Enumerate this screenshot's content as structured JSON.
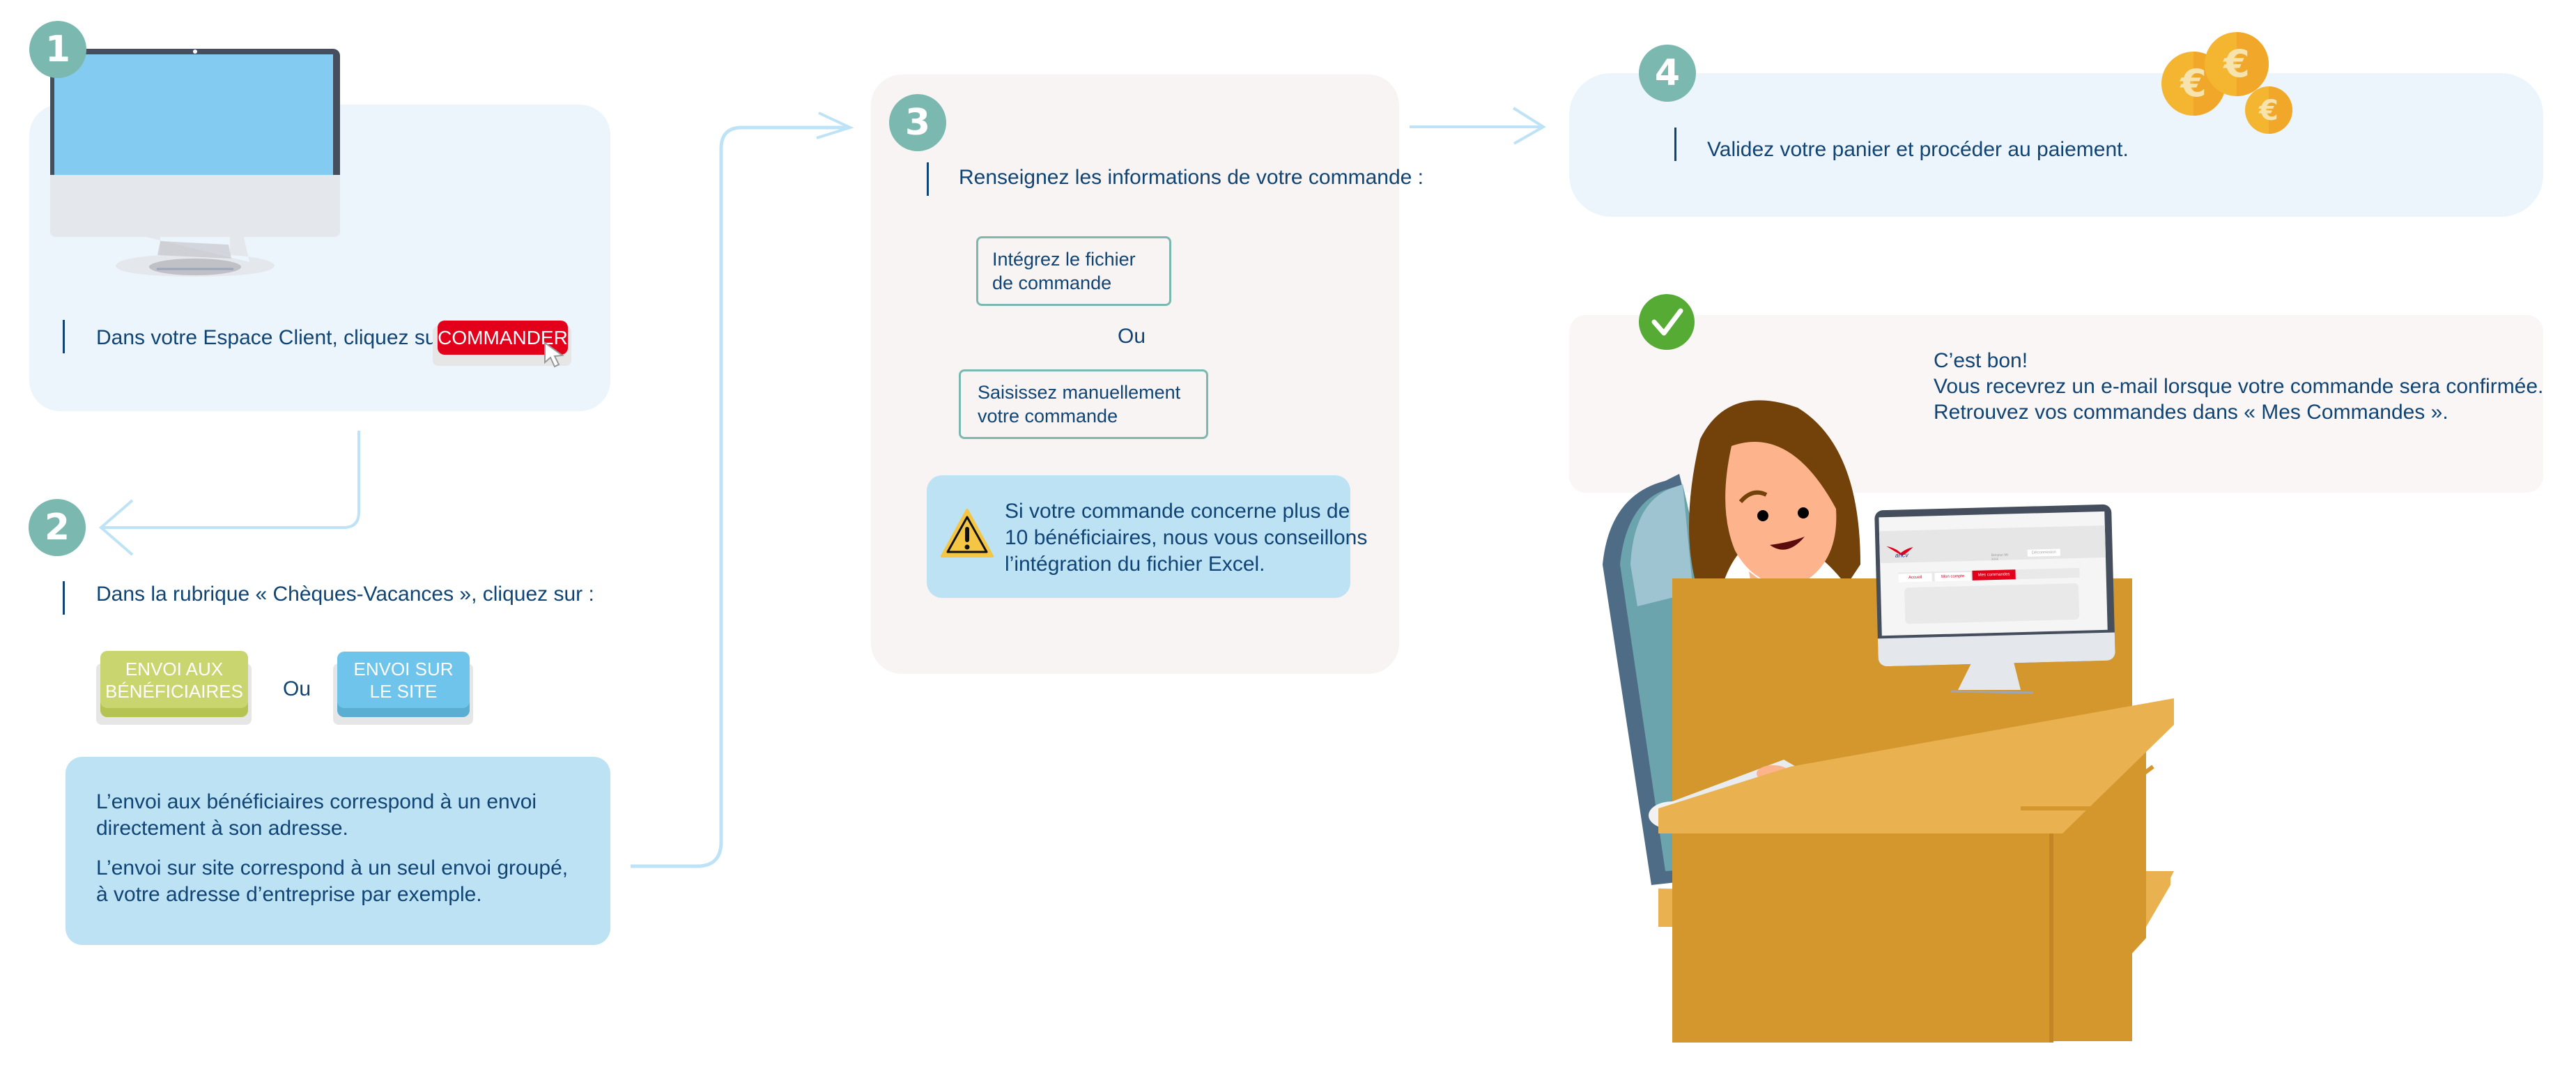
{
  "colors": {
    "badge": "#7bb9b0",
    "text": "#0f4474",
    "panel_light_blue": "#edf5fc",
    "panel_beige": "#f8f4f3",
    "info_blue": "#bde2f4",
    "connector": "#bfe3f6",
    "commander_red": "#e2001a",
    "green_button": "#c9d56e",
    "blue_button": "#6ec4ea",
    "check_green": "#55ab34"
  },
  "step1": {
    "badge": "1",
    "instruction": "Dans votre Espace Client, cliquez sur :",
    "button_label": "COMMANDER",
    "icons": [
      "monitor-icon",
      "cursor-icon"
    ]
  },
  "step2": {
    "badge": "2",
    "instruction": "Dans la rubrique « Chèques-Vacances », cliquez sur :",
    "option_a": {
      "line1": "ENVOI AUX",
      "line2": "BÉNÉFICIAIRES"
    },
    "separator": "Ou",
    "option_b": {
      "line1": "ENVOI SUR",
      "line2": "LE SITE"
    },
    "info_paragraph_1": {
      "line1": "L’envoi aux bénéficiaires correspond à un envoi",
      "line2": "directement à son adresse."
    },
    "info_paragraph_2": {
      "line1": "L’envoi sur site correspond à un seul envoi groupé,",
      "line2": "à votre adresse d’entreprise par exemple."
    }
  },
  "step3": {
    "badge": "3",
    "instruction": "Renseignez les informations de votre commande :",
    "option_a": {
      "line1": "Intégrez le fichier",
      "line2": "de commande"
    },
    "separator": "Ou",
    "option_b": {
      "line1": "Saisissez manuellement",
      "line2": "votre commande"
    },
    "warning": {
      "icon": "warning-icon",
      "line1": "Si votre commande concerne plus de",
      "line2": "10 bénéficiaires, nous vous conseillons",
      "line3": "l’intégration du fichier Excel."
    }
  },
  "step4": {
    "badge": "4",
    "instruction": "Validez votre panier et procéder au paiement.",
    "icon": "euro-coins-icon",
    "coin_symbol": "€"
  },
  "confirmation": {
    "icon": "checkmark-icon",
    "line1": "C’est bon!",
    "line2": "Vous recevrez un e-mail lorsque votre commande sera confirmée.",
    "line3": "Retrouvez vos commandes dans « Mes Commandes »."
  },
  "illustration": {
    "screen_logo": "ancv",
    "screen_greeting": "Bonjour Mr XXX",
    "screen_logout": "Déconnexion",
    "screen_tabs": [
      "Accueil",
      "Mon compte",
      "Mes commandes"
    ]
  }
}
